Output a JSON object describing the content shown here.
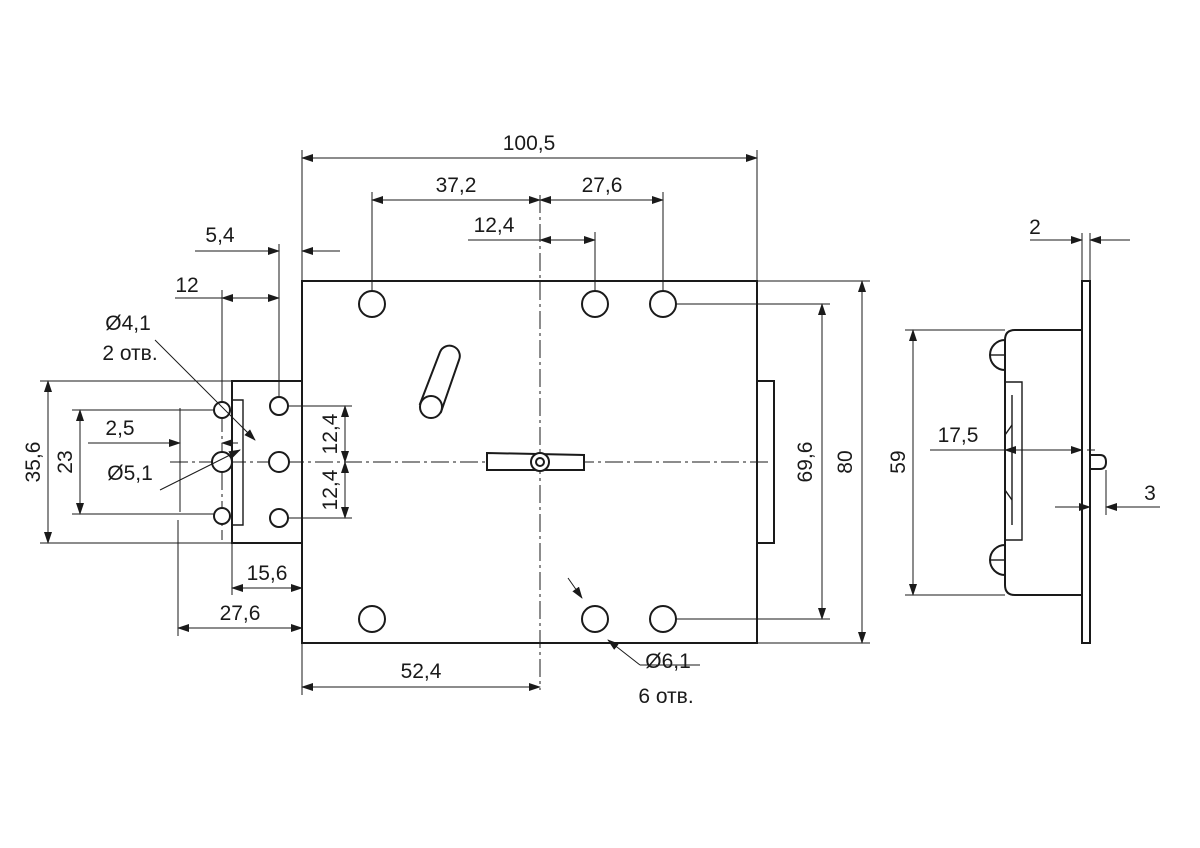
{
  "dimensions": {
    "overall_width": "100,5",
    "d_37_2": "37,2",
    "d_27_6_top": "27,6",
    "d_12_4_top": "12,4",
    "d_5_4": "5,4",
    "d_12": "12",
    "hole_small_dia": "Ø4,1",
    "hole_small_qty": "2 отв.",
    "d_2_5": "2,5",
    "hole_mid_dia": "Ø5,1",
    "d_35_6": "35,6",
    "d_23": "23",
    "d_12_4_upper": "12,4",
    "d_12_4_lower": "12,4",
    "d_69_6": "69,6",
    "d_80": "80",
    "d_15_6": "15,6",
    "d_27_6_bottom": "27,6",
    "d_52_4": "52,4",
    "hole_big_dia": "Ø6,1",
    "hole_big_qty": "6 отв.",
    "side_d_2": "2",
    "side_d_59": "59",
    "side_d_17_5": "17,5",
    "side_d_3": "3"
  },
  "colors": {
    "line": "#1a1a1a",
    "background": "#ffffff"
  }
}
